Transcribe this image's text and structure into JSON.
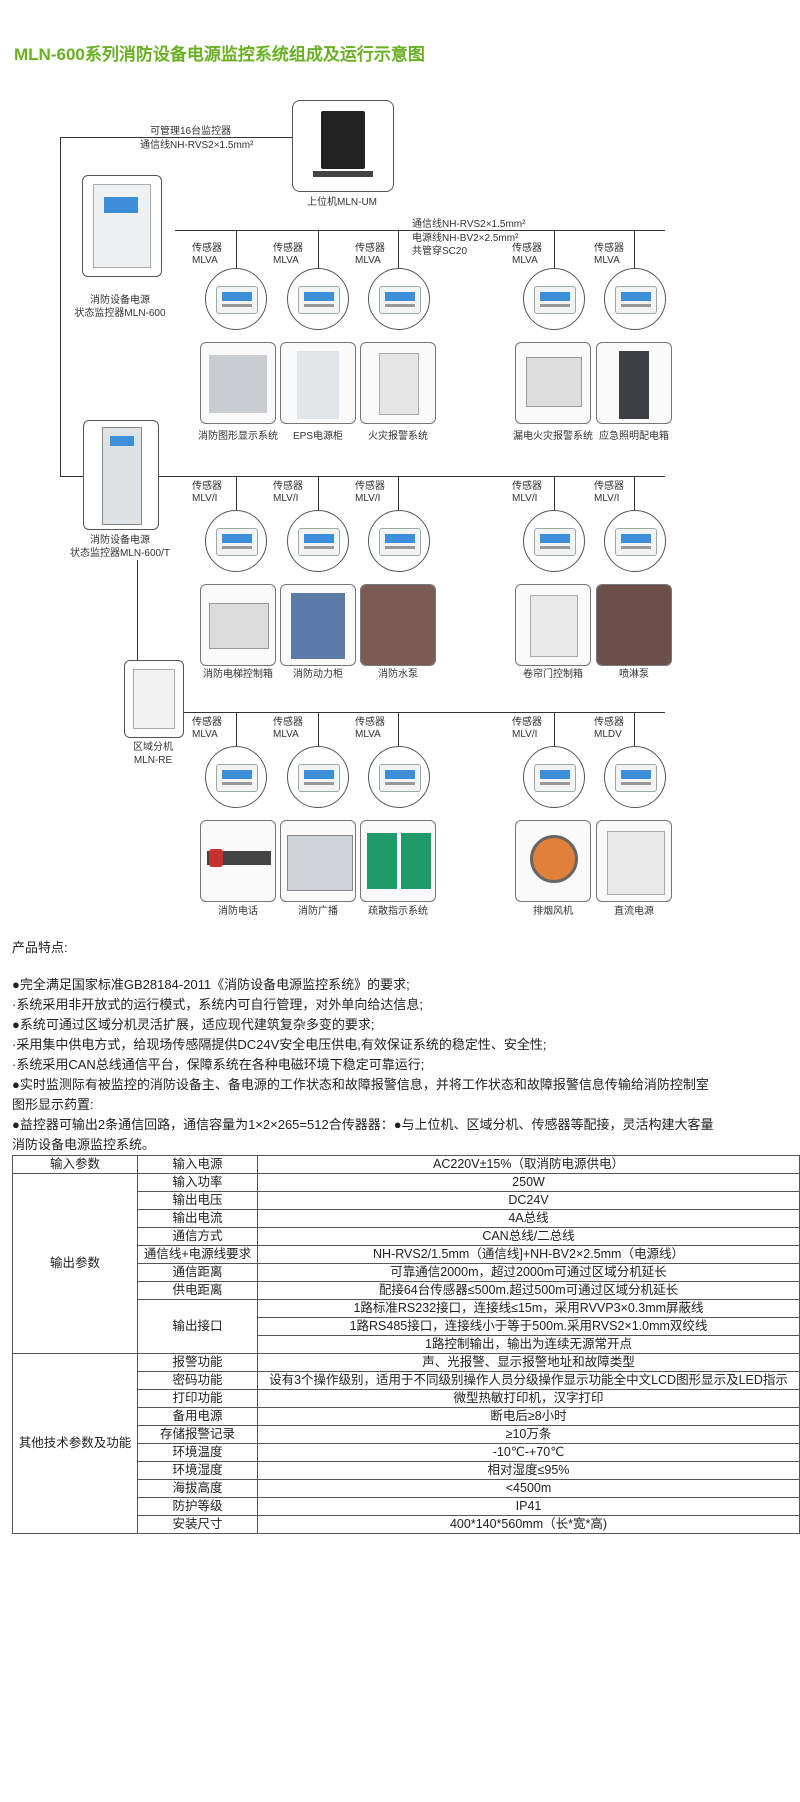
{
  "title": "MLN-600系列消防设备电源监控系统组成及运行示意图",
  "diagram": {
    "bus_label_1": "可管理16台监控器",
    "bus_label_2": "通信线NH-RVS2×1.5mm²",
    "host_label": "上位机MLN-UM",
    "mid_label_1": "通信线NH-RVS2×1.5mm²",
    "mid_label_2": "电源线NH-BV2×2.5mm²",
    "mid_label_3": "共管穿SC20",
    "monitor_a_1": "消防设备电源",
    "monitor_a_2": "状态监控器MLN-600",
    "monitor_b_1": "消防设备电源",
    "monitor_b_2": "状态监控器MLN-600/T",
    "region_1": "区域分机",
    "region_2": "MLN-RE",
    "sensor_word": "传感器",
    "row1": [
      {
        "model": "MLVA",
        "equip": "消防图形显示系统"
      },
      {
        "model": "MLVA",
        "equip": "EPS电源柜"
      },
      {
        "model": "MLVA",
        "equip": "火灾报警系统"
      },
      {
        "model": "MLVA",
        "equip": "漏电火灾报警系统"
      },
      {
        "model": "MLVA",
        "equip": "应急照明配电箱"
      }
    ],
    "row2": [
      {
        "model": "MLV/I",
        "equip": "消防电梯控制箱"
      },
      {
        "model": "MLV/I",
        "equip": "消防动力柜"
      },
      {
        "model": "MLV/I",
        "equip": "消防水泵"
      },
      {
        "model": "MLV/I",
        "equip": "卷帘门控制箱"
      },
      {
        "model": "MLV/I",
        "equip": "喷淋泵"
      }
    ],
    "row3": [
      {
        "model": "MLVA",
        "equip": "消防电话"
      },
      {
        "model": "MLVA",
        "equip": "消防广播"
      },
      {
        "model": "MLVA",
        "equip": "疏散指示系统"
      },
      {
        "model": "MLV/I",
        "equip": "排烟风机"
      },
      {
        "model": "MLDV",
        "equip": "直流电源"
      }
    ]
  },
  "features": {
    "heading": "产品特点:",
    "lines": [
      "●完全满足国家标准GB28184-2011《消防设备电源监控系统》的要求;",
      "·系统采用非开放式的运行模式，系统内可自行管理，对外单向给达信息;",
      "●系统可通过区域分机灵活扩展，适应现代建筑复杂多变的要求;",
      "·采用集中供电方式，给现场传感隔提供DC24V安全电压供电,有效保证系统的稳定性、安全性;",
      "·系统采用CAN总线通信平台，保障系统在各种电磁环境下稳定可靠运行;",
      "●实时监测际有被监控的消防设备主、备电源的工作状态和故障报警信息，并将工作状态和故障报警信息传输给消防控制室",
      "图形显示药置:",
      "●益控器可输出2条通信回路，通信容量为1×2×265=512合传器器：●与上位机、区域分机、传感器等配接，灵活构建大客量",
      "消防设备电源监控系统。"
    ]
  },
  "spec": {
    "input_group": "输入参数",
    "output_group": "输出参数",
    "other_group": "其他技术参数及功能",
    "input": {
      "k": "输入电源",
      "v": "AC220V±15%（取消防电源供电）"
    },
    "output": [
      {
        "k": "输入功率",
        "v": "250W"
      },
      {
        "k": "输出电压",
        "v": "DC24V"
      },
      {
        "k": "输出电流",
        "v": "4A总线"
      },
      {
        "k": "通信方式",
        "v": "CAN总线/二总线"
      },
      {
        "k": "通信线+电源线要求",
        "v": "NH-RVS2/1.5mm（通信线]+NH-BV2×2.5mm（电源线）"
      },
      {
        "k": "通信距离",
        "v": "可靠通信2000m，超过2000m可通过区域分机延长"
      },
      {
        "k": "供电距离",
        "v": "配接64台传感器≤500m.超过500m可通过区域分机延长"
      }
    ],
    "iface_key": "输出接口",
    "iface": [
      "1路标准RS232接口，连接线≤15m，采用RVVP3×0.3mm屏蔽线",
      "1路RS485接口，连接线小于等于500m.采用RVS2×1.0mm双绞线",
      "1路控制输出，输出为连续无源常开点"
    ],
    "other": [
      {
        "k": "报警功能",
        "v": "声、光报警、显示报警地址和故障类型"
      },
      {
        "k": "密码功能",
        "v": "设有3个操作级别，适用于不同级别操作人员分级操作显示功能全中文LCD图形显示及LED指示"
      },
      {
        "k": "打印功能",
        "v": "微型热敏打印机，汉字打印"
      },
      {
        "k": "备用电源",
        "v": "断电后≥8小时"
      },
      {
        "k": "存储报警记录",
        "v": "≥10万条"
      },
      {
        "k": "环境温度",
        "v": "-10℃-+70℃"
      },
      {
        "k": "环境湿度",
        "v": "相对湿度≤95%"
      },
      {
        "k": "海拔高度",
        "v": "<4500m"
      },
      {
        "k": "防护等级",
        "v": "IP41"
      },
      {
        "k": "安装尺寸",
        "v": "400*140*560mm（长*宽*高)"
      }
    ]
  },
  "colors": {
    "title": "#6ab023",
    "screen": "#3c8fd8"
  }
}
